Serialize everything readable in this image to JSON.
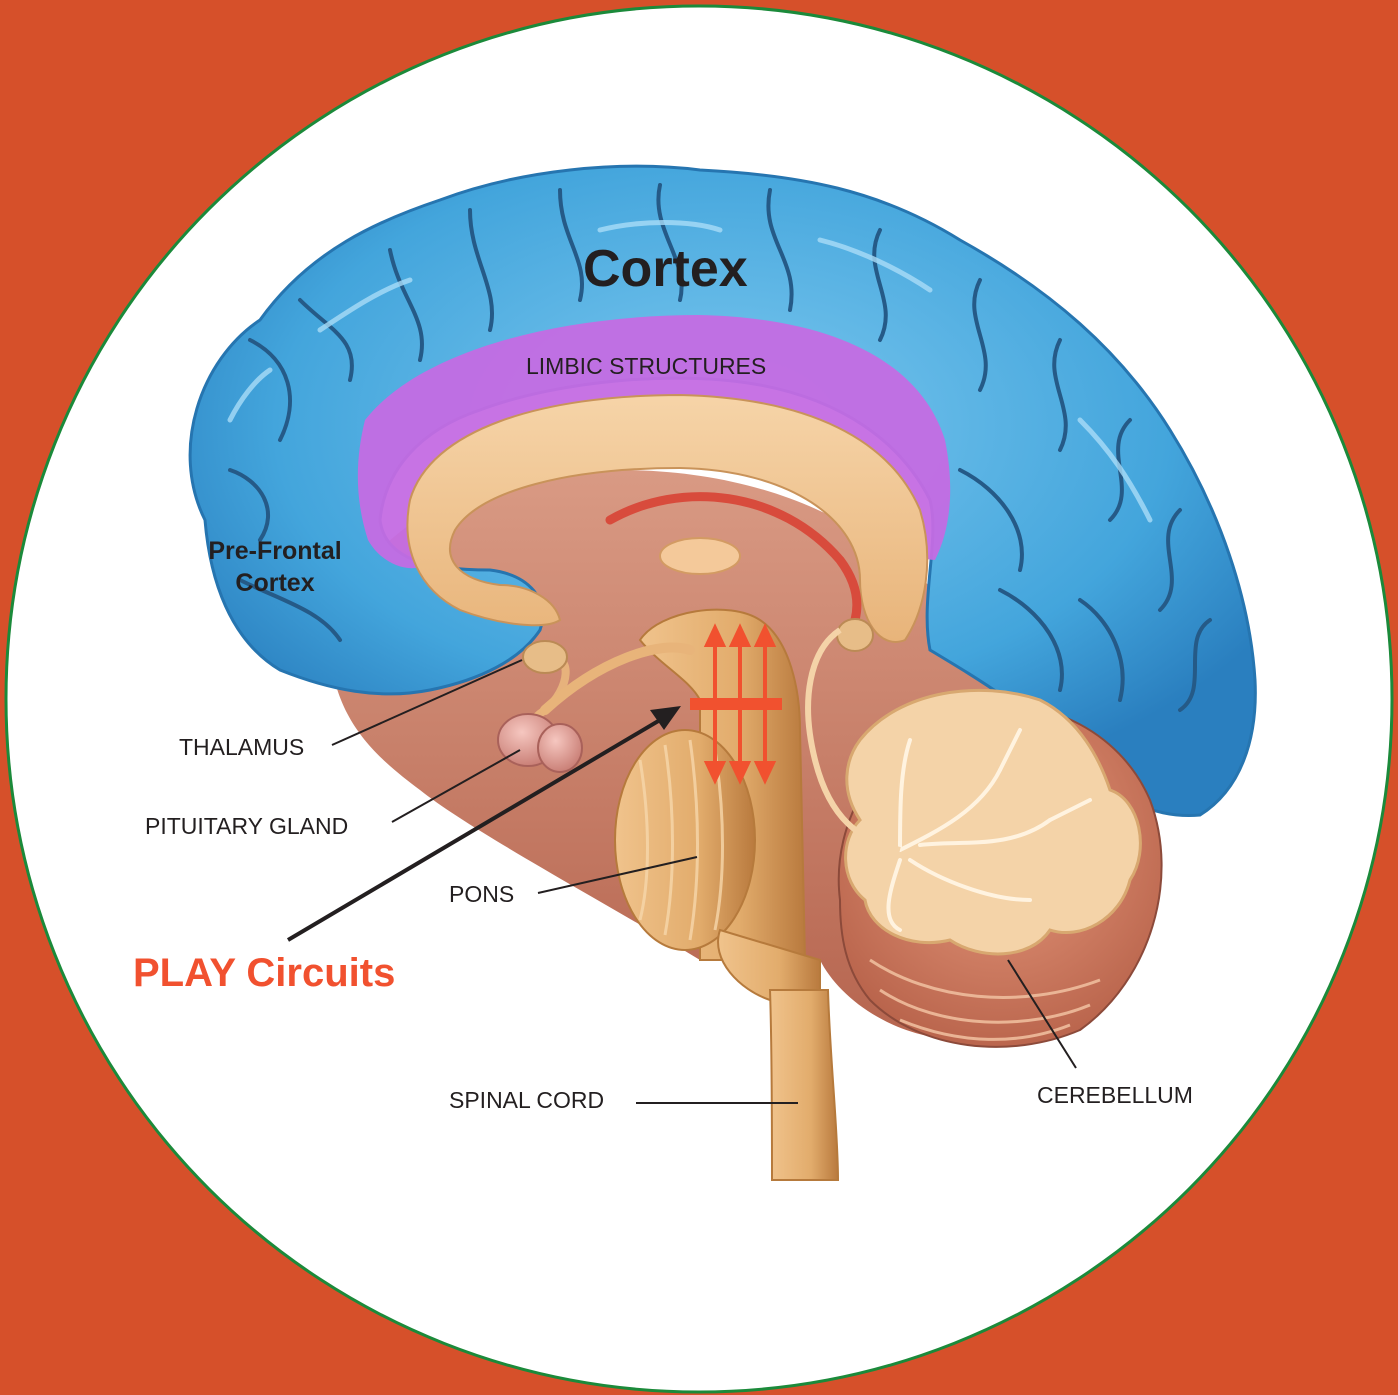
{
  "colors": {
    "background": "#d6502a",
    "circle_fill": "#ffffff",
    "circle_stroke": "#1b8a3a",
    "cortex": "#43a5dc",
    "limbic": "#c46be3",
    "brainstem": "#e2ac6c",
    "play_accent": "#f1512f",
    "label_text": "#231f20"
  },
  "labels": {
    "cortex": "Cortex",
    "limbic_structures": "LIMBIC STRUCTURES",
    "prefrontal_line1": "Pre-Frontal",
    "prefrontal_line2": "Cortex",
    "thalamus": "THALAMUS",
    "pituitary_gland": "PITUITARY GLAND",
    "pons": "PONS",
    "play_circuits": "PLAY Circuits",
    "spinal_cord": "SPINAL CORD",
    "cerebellum": "CEREBELLUM"
  },
  "icons": [
    "play-arrow-icon"
  ]
}
